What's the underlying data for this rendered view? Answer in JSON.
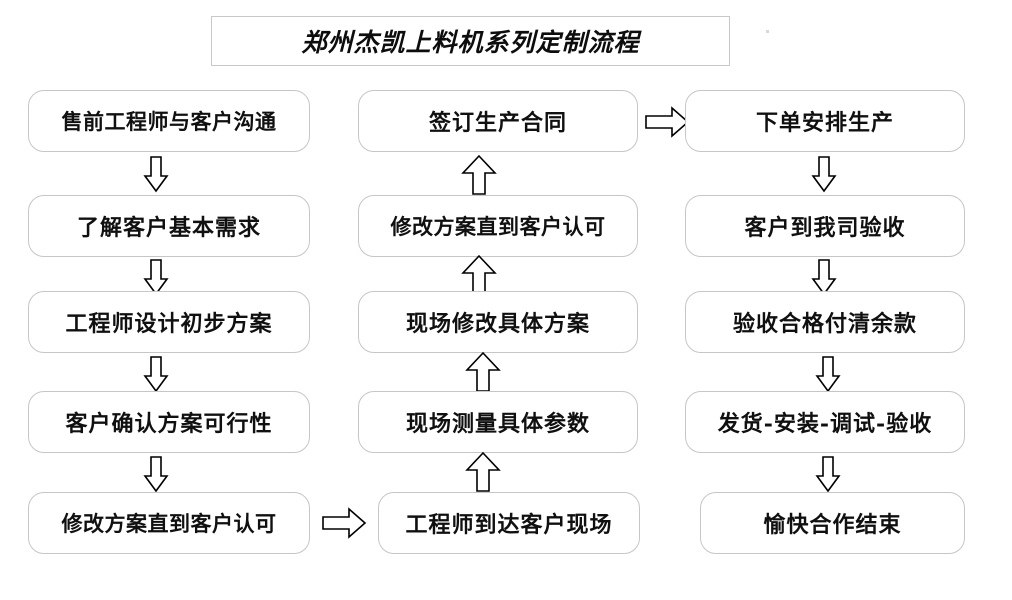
{
  "document": {
    "title": "郑州杰凯上料机系列定制流程",
    "type": "flowchart",
    "background_color": "#ffffff",
    "node_border_color": "#c6c6c6",
    "title_border_color": "#c8c8c8",
    "text_color": "#101010",
    "arrow_stroke_color": "#000000",
    "arrow_fill_color": "#ffffff"
  },
  "columns": [
    {
      "id": "column-1",
      "name": "pre-sales-design",
      "nodes": [
        {
          "id": "c1n1",
          "label": "售前工程师与客户沟通"
        },
        {
          "id": "c1n2",
          "label": "了解客户基本需求"
        },
        {
          "id": "c1n3",
          "label": "工程师设计初步方案"
        },
        {
          "id": "c1n4",
          "label": "客户确认方案可行性"
        },
        {
          "id": "c1n5",
          "label": "修改方案直到客户认可"
        }
      ]
    },
    {
      "id": "column-2",
      "name": "on-site-survey",
      "nodes": [
        {
          "id": "c2n1",
          "label": "签订生产合同"
        },
        {
          "id": "c2n2",
          "label": "修改方案直到客户认可"
        },
        {
          "id": "c2n3",
          "label": "现场修改具体方案"
        },
        {
          "id": "c2n4",
          "label": "现场测量具体参数"
        },
        {
          "id": "c2n5",
          "label": "工程师到达客户现场"
        }
      ]
    },
    {
      "id": "column-3",
      "name": "production-delivery",
      "nodes": [
        {
          "id": "c3n1",
          "label": "下单安排生产"
        },
        {
          "id": "c3n2",
          "label": "客户到我司验收"
        },
        {
          "id": "c3n3",
          "label": "验收合格付清余款"
        },
        {
          "id": "c3n4",
          "label": "发货-安装-调试-验收"
        },
        {
          "id": "c3n5",
          "label": "愉快合作结束"
        }
      ]
    }
  ],
  "connectors": [
    {
      "id": "a1",
      "direction": "down",
      "from": "c1n1",
      "to": "c1n2"
    },
    {
      "id": "a2",
      "direction": "down",
      "from": "c1n2",
      "to": "c1n3"
    },
    {
      "id": "a3",
      "direction": "down",
      "from": "c1n3",
      "to": "c1n4"
    },
    {
      "id": "a4",
      "direction": "down",
      "from": "c1n4",
      "to": "c1n5"
    },
    {
      "id": "a5",
      "direction": "right",
      "from": "c1n5",
      "to": "c2n5"
    },
    {
      "id": "a6",
      "direction": "up",
      "from": "c2n5",
      "to": "c2n4"
    },
    {
      "id": "a7",
      "direction": "up",
      "from": "c2n4",
      "to": "c2n3"
    },
    {
      "id": "a8",
      "direction": "up",
      "from": "c2n3",
      "to": "c2n2"
    },
    {
      "id": "a9",
      "direction": "up",
      "from": "c2n2",
      "to": "c2n1"
    },
    {
      "id": "a10",
      "direction": "right",
      "from": "c2n1",
      "to": "c3n1"
    },
    {
      "id": "a11",
      "direction": "down",
      "from": "c3n1",
      "to": "c3n2"
    },
    {
      "id": "a12",
      "direction": "down",
      "from": "c3n2",
      "to": "c3n3"
    },
    {
      "id": "a13",
      "direction": "down",
      "from": "c3n3",
      "to": "c3n4"
    },
    {
      "id": "a14",
      "direction": "down",
      "from": "c3n4",
      "to": "c3n5"
    }
  ]
}
